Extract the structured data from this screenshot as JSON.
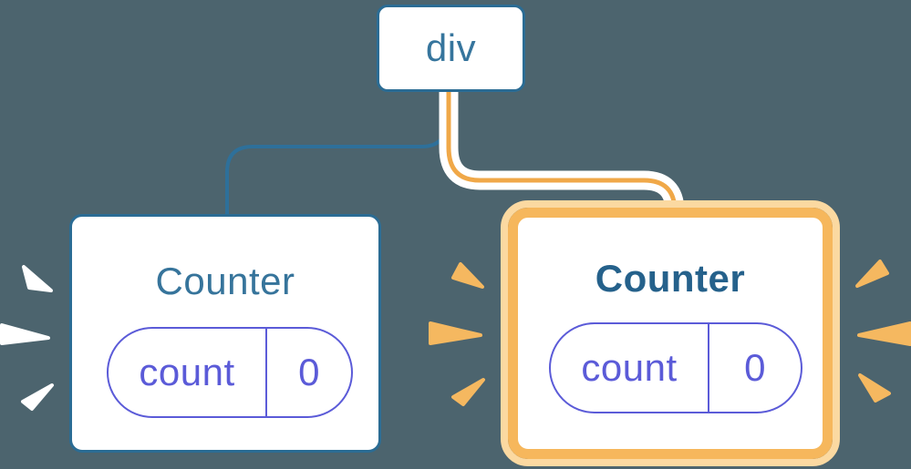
{
  "diagram": {
    "root": {
      "label": "div"
    },
    "children": [
      {
        "id": "left-counter",
        "title": "Counter",
        "state": {
          "key": "count",
          "value": "0"
        },
        "highlighted": false
      },
      {
        "id": "right-counter",
        "title": "Counter",
        "state": {
          "key": "count",
          "value": "0"
        },
        "highlighted": true
      }
    ]
  },
  "colors": {
    "background": "#4C646E",
    "card_bg": "#FFFFFF",
    "node_border": "#2B6C94",
    "node_text": "#36759D",
    "title_normal": "#36749B",
    "title_highlight": "#25618B",
    "state_accent": "#5B5BD8",
    "edge_normal": "#2E709A",
    "edge_highlight": "#F0A848",
    "edge_casing": "#FFFFFF",
    "highlight_border_outer": "#FBD9A1",
    "highlight_border_inner": "#F6B75C",
    "flash_left": "#FFFFFF",
    "flash_right": "#F5B860"
  }
}
